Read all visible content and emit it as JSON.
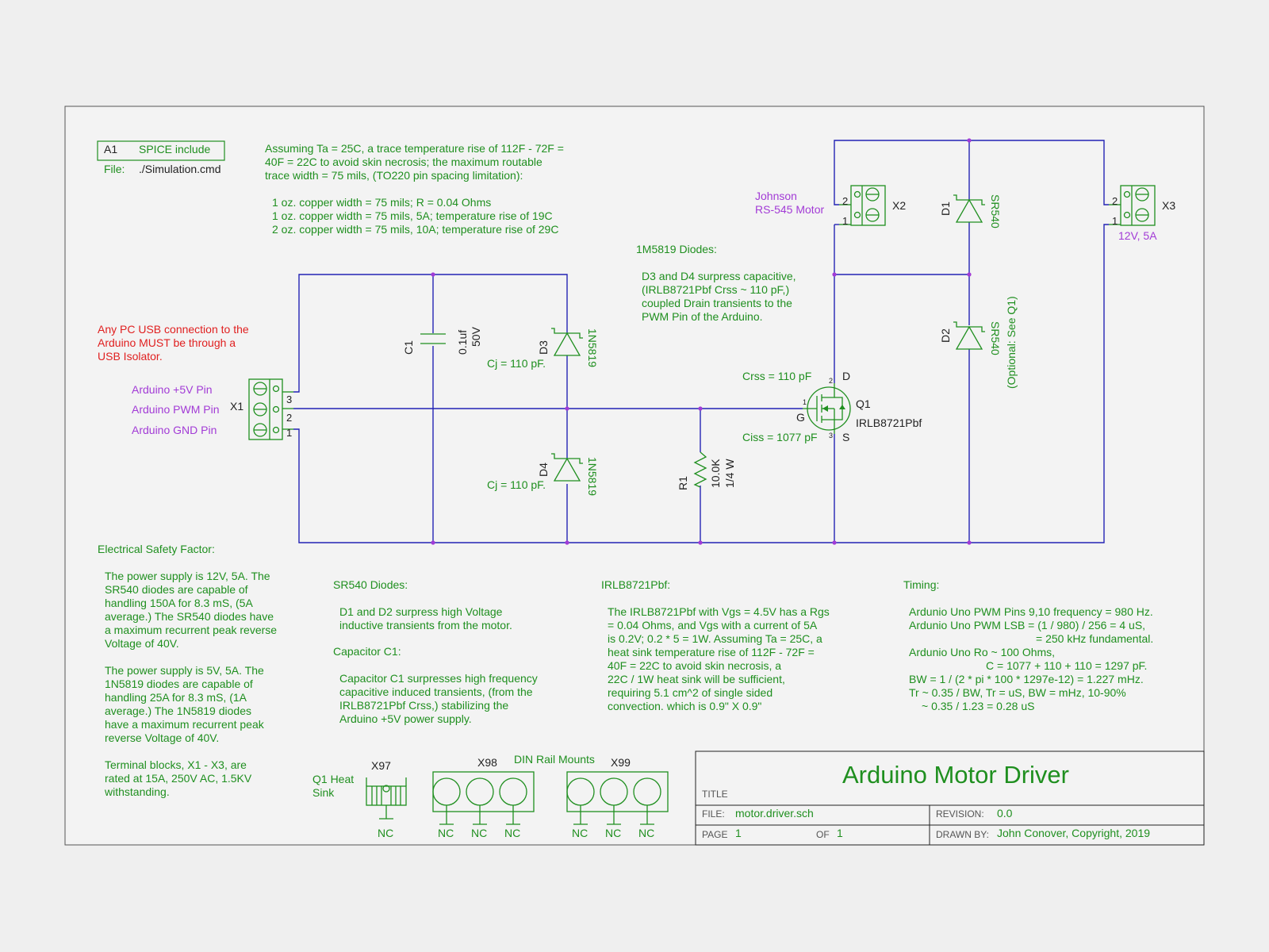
{
  "colors": {
    "background": "#efefef",
    "wire": "#2323b4",
    "component": "#1f8f1f",
    "label_purple": "#a23bd6",
    "warning_red": "#e02020",
    "frame": "#222222"
  },
  "spice": {
    "ref": "A1",
    "title": "SPICE include",
    "file_label": "File:",
    "file": "./Simulation.cmd"
  },
  "trace_note": {
    "lines": [
      "Assuming Ta = 25C, a trace temperature rise of 112F - 72F =",
      "40F = 22C to avoid skin necrosis; the maximum routable",
      "trace width = 75 mils, (TO220 pin spacing limitation):"
    ],
    "items": [
      "1 oz. copper width = 75 mils; R = 0.04 Ohms",
      "1 oz. copper width = 75 mils, 5A; temperature rise of 19C",
      "2 oz. copper width = 75 mils, 10A; temperature rise of 29C"
    ]
  },
  "usb_warning": [
    "Any PC USB connection to the",
    "Arduino MUST be through a",
    "USB Isolator."
  ],
  "x1": {
    "ref": "X1",
    "pins": [
      "3",
      "2",
      "1"
    ],
    "labels": [
      "Arduino +5V Pin",
      "Arduino PWM Pin",
      "Arduino GND Pin"
    ]
  },
  "x2": {
    "ref": "X2",
    "pins": [
      "2",
      "1"
    ],
    "labels": [
      "Johnson",
      "RS-545 Motor"
    ]
  },
  "x3": {
    "ref": "X3",
    "pins": [
      "2",
      "1"
    ],
    "label": "12V, 5A"
  },
  "c1": {
    "ref": "C1",
    "value": "0.1uf",
    "rating": "50V"
  },
  "d3": {
    "ref": "D3",
    "part": "1N5819",
    "cj": "Cj = 110 pF."
  },
  "d4": {
    "ref": "D4",
    "part": "1N5819",
    "cj": "Cj = 110 pF."
  },
  "r1": {
    "ref": "R1",
    "value": "10.0K",
    "rating": "1/4 W"
  },
  "q1": {
    "ref": "Q1",
    "part": "IRLB8721Pbf",
    "crss": "Crss = 110 pF",
    "ciss": "Ciss = 1077 pF",
    "pin_d": "D",
    "pin_g": "G",
    "pin_s": "S",
    "pin2": "2",
    "pin1": "1",
    "pin3": "3"
  },
  "d1": {
    "ref": "D1",
    "part": "SR540"
  },
  "d2": {
    "ref": "D2",
    "part": "SR540",
    "note": "(Optional: See Q1)"
  },
  "diodes_1n5819": {
    "heading": "1M5819 Diodes:",
    "lines": [
      "D3 and D4 surpress capacitive,",
      "(IRLB8721Pbf Crss ~ 110 pF,)",
      "coupled Drain transients to the",
      "PWM Pin of the Arduino."
    ]
  },
  "safety": {
    "heading": "Electrical Safety Factor:",
    "p1": [
      "The power supply is 12V, 5A. The",
      "SR540 diodes are capable of",
      "handling 150A for 8.3 mS, (5A",
      "average.) The SR540 diodes have",
      "a maximum recurrent peak reverse",
      "Voltage of 40V."
    ],
    "p2": [
      "The power supply is 5V, 5A. The",
      "1N5819 diodes are capable of",
      "handling 25A for 8.3 mS, (1A",
      "average.) The 1N5819 diodes",
      "have a maximum recurrent peak",
      "reverse Voltage of 40V."
    ],
    "p3": [
      "Terminal blocks, X1 - X3, are",
      "rated at 15A, 250V AC, 1.5KV",
      "withstanding."
    ]
  },
  "sr540": {
    "heading": "SR540 Diodes:",
    "lines": [
      "D1 and D2 surpress high Voltage",
      "inductive transients from the motor."
    ]
  },
  "cap_c1": {
    "heading": "Capacitor C1:",
    "lines": [
      "Capacitor C1 surpresses high frequency",
      "capacitive  induced transients, (from the",
      "IRLB8721Pbf Crss,) stabilizing the",
      "Arduino +5V power supply."
    ]
  },
  "irlb": {
    "heading": "IRLB8721Pbf:",
    "lines": [
      "The IRLB8721Pbf with Vgs = 4.5V has a Rgs",
      "= 0.04 Ohms, and Vgs with a current of 5A",
      "is 0.2V; 0.2 * 5 = 1W. Assuming Ta = 25C, a",
      "heat sink temperature rise of 112F - 72F =",
      "40F = 22C to avoid skin necrosis, a",
      "22C / 1W heat sink will be sufficient,",
      "requiring 5.1 cm^2 of single sided",
      "convection. which is 0.9\" X 0.9\""
    ]
  },
  "timing": {
    "heading": "Timing:",
    "lines": [
      "Ardunio Uno PWM Pins 9,10 frequency = 980 Hz.",
      "Ardunio Uno PWM LSB = (1 / 980) / 256 = 4 uS,",
      "= 250 kHz fundamental.",
      "Ardunio Uno Ro ~ 100 Ohms,",
      "C = 1077 + 110 + 110 = 1297 pF.",
      "BW = 1 / (2 * pi * 100 * 1297e-12) = 1.227 mHz.",
      "Tr ~ 0.35 / BW, Tr = uS, BW = mHz, 10-90%",
      "~ 0.35 / 1.23 = 0.28 uS"
    ]
  },
  "mounts": {
    "heatsink_label": [
      "Q1 Heat",
      "Sink"
    ],
    "x97": "X97",
    "x98": "X98",
    "x99": "X99",
    "din": "DIN Rail Mounts",
    "nc": "NC"
  },
  "title_block": {
    "title_label": "TITLE",
    "title": "Arduino Motor Driver",
    "file_label": "FILE:",
    "file": "motor.driver.sch",
    "revision_label": "REVISION:",
    "revision": "0.0",
    "page_label": "PAGE",
    "page": "1",
    "of_label": "OF",
    "of": "1",
    "drawn_label": "DRAWN BY:",
    "drawn": "John Conover, Copyright, 2019"
  }
}
